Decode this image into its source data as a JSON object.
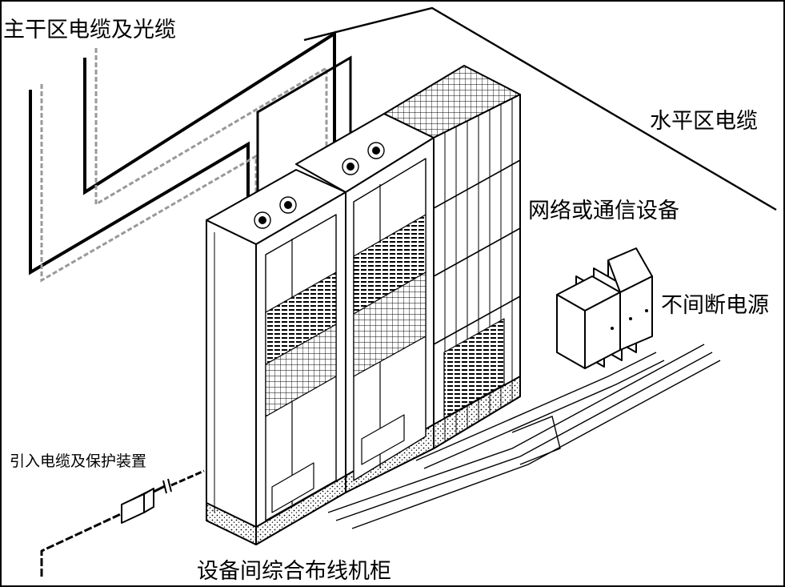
{
  "labels": {
    "backbone": "主干区电缆及光缆",
    "horizontal": "水平区电缆",
    "network": "网络或通信设备",
    "ups": "不间断电源",
    "entrance": "引入电缆及保护装置",
    "cabinet": "设备间综合布线机柜"
  },
  "colors": {
    "line": "#000000",
    "dashed_cable": "#9a9a9a",
    "background": "#ffffff"
  }
}
